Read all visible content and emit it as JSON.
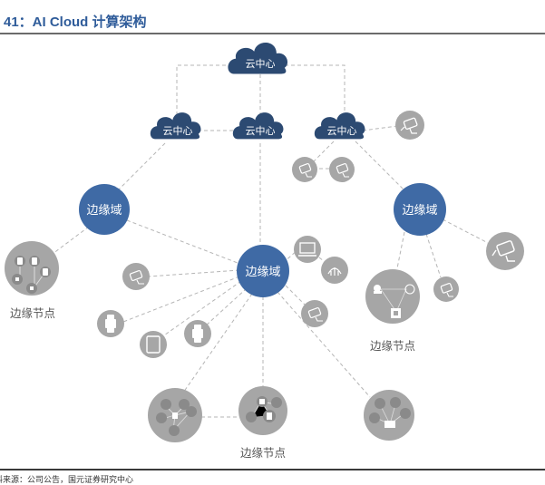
{
  "figure": {
    "title": "41：AI Cloud 计算架构",
    "source": "料来源：公司公告，国元证券研究中心"
  },
  "colors": {
    "title": "#2f5c9a",
    "cloud": "#2c4a72",
    "edge_domain": "#3f6aa5",
    "device": "#a6a6a6",
    "device_inner": "#8a8a8a",
    "connector": "#b5b5b5"
  },
  "nodes": {
    "cloud_top": {
      "label": "云中心",
      "type": "cloud"
    },
    "cloud_left": {
      "label": "云中心",
      "type": "cloud"
    },
    "cloud_mid": {
      "label": "云中心",
      "type": "cloud"
    },
    "cloud_right": {
      "label": "云中心",
      "type": "cloud"
    },
    "edge_left": {
      "label": "边缘域",
      "type": "edge-domain"
    },
    "edge_center": {
      "label": "边缘域",
      "type": "edge-domain"
    },
    "edge_right": {
      "label": "边缘域",
      "type": "edge-domain"
    }
  },
  "captions": {
    "left": "边缘节点",
    "right": "边缘节点",
    "bottom": "边缘节点"
  },
  "devices": [
    {
      "id": "cam-r1",
      "icon": "camera-icon"
    },
    {
      "id": "cam-r2",
      "icon": "camera-icon"
    },
    {
      "id": "cam-r3",
      "icon": "camera-icon"
    },
    {
      "id": "cam-r4",
      "icon": "camera-icon"
    },
    {
      "id": "cam-r5",
      "icon": "camera-icon"
    },
    {
      "id": "monitor",
      "icon": "monitor-icon"
    },
    {
      "id": "router",
      "icon": "router-icon"
    },
    {
      "id": "cam-c1",
      "icon": "camera-icon"
    },
    {
      "id": "cam-c2",
      "icon": "camera-icon"
    },
    {
      "id": "wearable-1",
      "icon": "wearable-icon"
    },
    {
      "id": "wearable-2",
      "icon": "wearable-icon"
    },
    {
      "id": "tablet",
      "icon": "tablet-icon"
    }
  ]
}
